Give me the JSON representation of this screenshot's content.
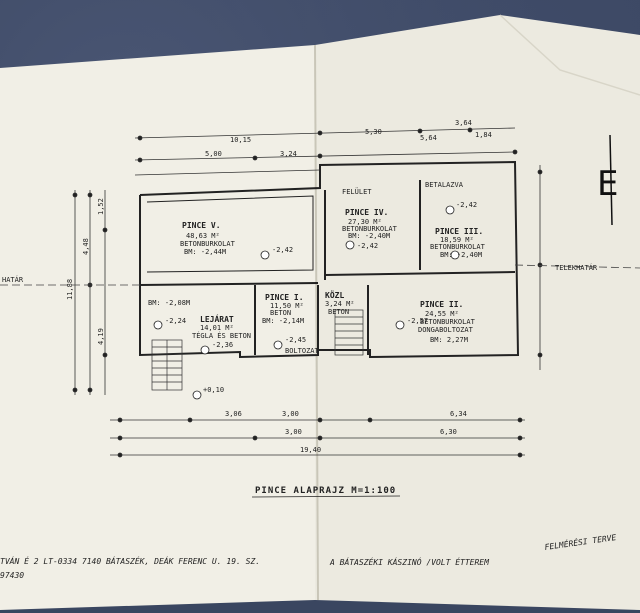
{
  "rooms": {
    "pince5": {
      "name": "PINCE V.",
      "area": "48,63 M²",
      "floor": "BETONBURKOLAT",
      "level": "BM: -2,44M",
      "spot": "-2,42"
    },
    "pince4": {
      "name": "PINCE IV.",
      "area": "27,30 M²",
      "floor": "BETONBURKOLAT",
      "level": "BM: -2,40M",
      "spot": "-2,42"
    },
    "pince3": {
      "name": "PINCE III.",
      "area": "18,59 M²",
      "floor": "BETONBURKOLAT",
      "level": "BM: -2,40M",
      "spot": "-2,42"
    },
    "pince2": {
      "name": "PINCE II.",
      "area": "24,55 M²",
      "floor": "BETONBURKOLAT",
      "ceiling": "DONGABOLTOZAT",
      "level": "BM: 2,27M",
      "spot": "-2,57"
    },
    "pince1": {
      "name": "PINCE I.",
      "area": "11,50 M²",
      "floor": "BETON",
      "level": "BM: -2,14M",
      "vault": "BOLTOZAT",
      "spot": "-2,45"
    },
    "lejarat": {
      "name": "LEJÁRAT",
      "area": "14,01 M²",
      "floor": "TÉGLA ÉS BETON",
      "level": "BM: -2,08M",
      "spot": "-2,24",
      "spot2": "-2,36"
    },
    "kozl": {
      "name": "KÖZL",
      "area": "3,24 M²",
      "floor": "BETON"
    }
  },
  "notes": {
    "betalazva": "BETALAZVA",
    "felulet": "FELÜLET",
    "telekhatar_right": "TELEKHATÁR",
    "telekhatar_left": "HATÁR",
    "spot_top": "+0,10"
  },
  "dims": {
    "top1": "10,15",
    "top2": "5,30",
    "top3": "5,64",
    "top4": "3,64",
    "top5": "5,00",
    "top6": "3,24",
    "top7": "1,84",
    "bot1": "3,06",
    "bot2": "3,00",
    "bot3": "6,34",
    "bot4": "3,00",
    "bot5": "6,30",
    "total": "19,40",
    "left1": "4,48",
    "left2": "11,88",
    "left3": "4,19",
    "left4": "1,52"
  },
  "plan_title": "PINCE ALAPRAJZ  M=1:100",
  "section_letter": "E",
  "footer": {
    "address": "TVÁN  É 2 LT-0334  7140 BÁTASZÉK, DEÁK FERENC U. 19. SZ.",
    "id": "97430",
    "building": "A BÁTASZÉKI KÁSZINÓ /VOLT ÉTTEREM",
    "survey": "FELMÉRÉSI TERVE"
  }
}
